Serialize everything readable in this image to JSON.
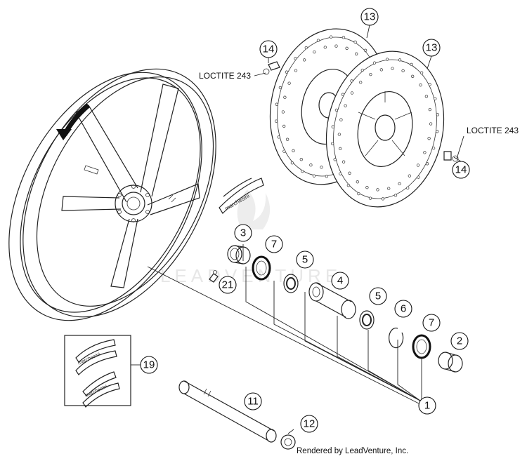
{
  "callouts": [
    {
      "id": "c13a",
      "label": "13"
    },
    {
      "id": "c13b",
      "label": "13"
    },
    {
      "id": "c14a",
      "label": "14"
    },
    {
      "id": "c14b",
      "label": "14"
    },
    {
      "id": "c3",
      "label": "3"
    },
    {
      "id": "c7a",
      "label": "7"
    },
    {
      "id": "c5a",
      "label": "5"
    },
    {
      "id": "c4",
      "label": "4"
    },
    {
      "id": "c5b",
      "label": "5"
    },
    {
      "id": "c6",
      "label": "6"
    },
    {
      "id": "c7b",
      "label": "7"
    },
    {
      "id": "c2",
      "label": "2"
    },
    {
      "id": "c1",
      "label": "1"
    },
    {
      "id": "c21",
      "label": "21"
    },
    {
      "id": "c19",
      "label": "19"
    },
    {
      "id": "c11",
      "label": "11"
    },
    {
      "id": "c12",
      "label": "12"
    }
  ],
  "notes": {
    "loctite_left": "LOCTITE 243",
    "loctite_right": "LOCTITE 243"
  },
  "decal_text": "marchesini",
  "watermark": "LEADVENTURE",
  "credit": "Rendered by LeadVenture, Inc."
}
